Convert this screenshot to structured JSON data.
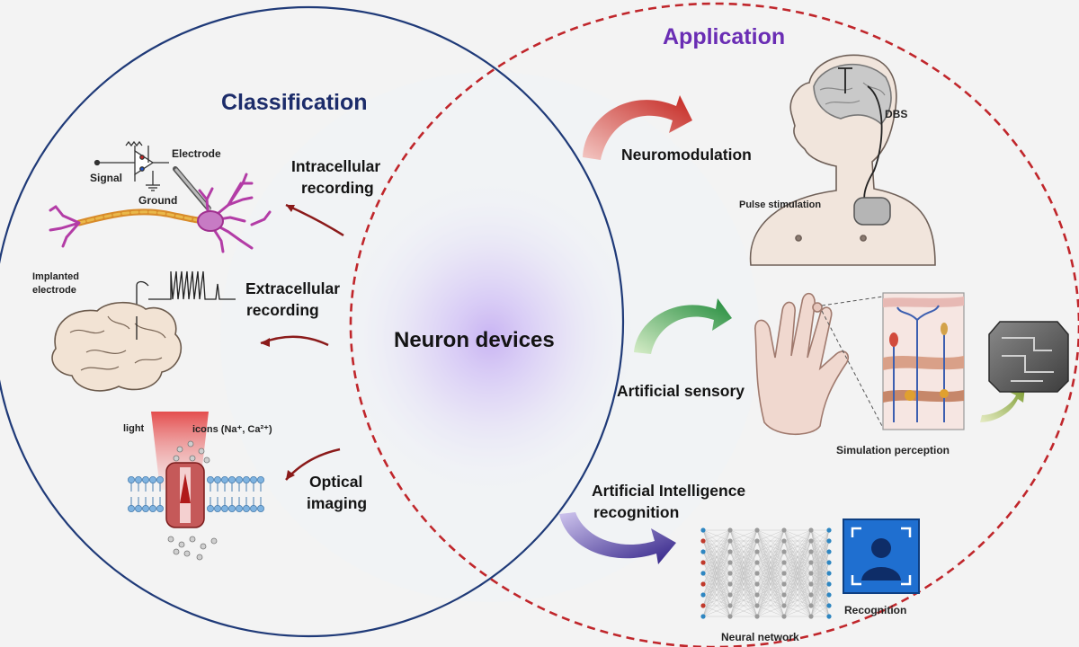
{
  "colors": {
    "classification_circle": "#1f3a78",
    "application_circle": "#c0262b",
    "classification_title": "#1c2c6a",
    "application_title": "#6a2db4",
    "center_glow": "#b28df0"
  },
  "classification": {
    "title": "Classification",
    "intracellular": {
      "label_line1": "Intracellular",
      "label_line2": "recording",
      "signal": "Signal",
      "electrode": "Electrode",
      "ground": "Ground"
    },
    "extracellular": {
      "label_line1": "Extracellular",
      "label_line2": "recording",
      "implanted_line1": "Implanted",
      "implanted_line2": "electrode"
    },
    "optical": {
      "label_line1": "Optical",
      "label_line2": "imaging",
      "light": "light",
      "ions": "icons (Na⁺, Ca²⁺)"
    }
  },
  "center": {
    "label": "Neuron devices"
  },
  "application": {
    "title": "Application",
    "neuromodulation": {
      "label": "Neuromodulation",
      "dbs": "DBS",
      "pulse": "Pulse stimulation"
    },
    "sensory": {
      "label": "Artificial sensory",
      "perception": "Simulation perception"
    },
    "ai": {
      "label_line1": "Artificial Intelligence",
      "label_line2": "recognition",
      "network": "Neural network",
      "recognition": "Recognition"
    }
  }
}
